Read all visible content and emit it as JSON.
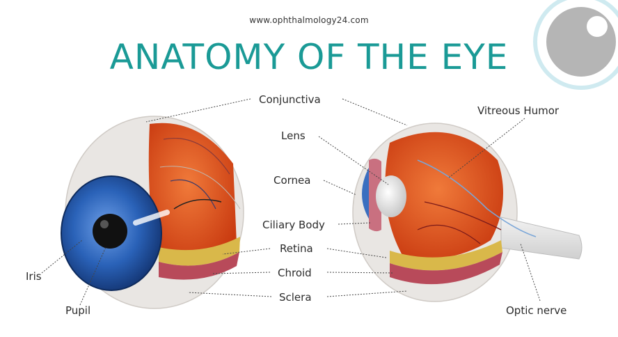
{
  "header": {
    "website": "www.ophthalmology24.com",
    "title": "ANATOMY OF THE EYE"
  },
  "labels": {
    "conjunctiva": "Conjunctiva",
    "lens": "Lens",
    "cornea": "Cornea",
    "ciliary_body": "Ciliary Body",
    "retina": "Retina",
    "chroid": "Chroid",
    "sclera": "Sclera",
    "iris": "Iris",
    "pupil": "Pupil",
    "vitreous_humor": "Vitreous Humor",
    "optic_nerve": "Optic nerve"
  },
  "colors": {
    "title": "#1a9a96",
    "iris": "#2a62b8",
    "vitreous": "#e8501a",
    "retina_band": "#d9b84a",
    "choroid_band": "#b84a5a",
    "sclera": "#e9e6e3",
    "logo_ring": "#cfeaf0",
    "logo_gray": "#b5b5b5"
  },
  "icons": [
    "eye-logo-icon"
  ]
}
